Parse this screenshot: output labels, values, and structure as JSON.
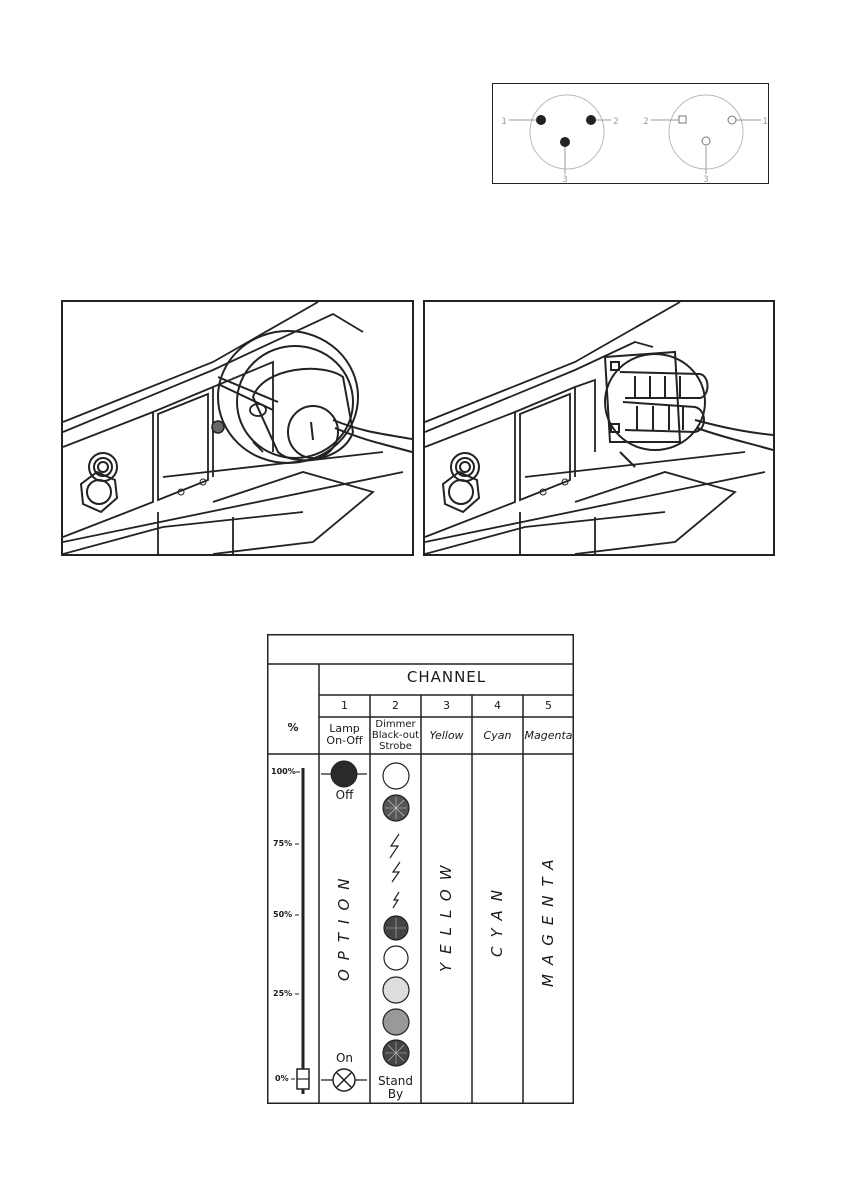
{
  "xlr_diagram": {
    "male_pins": [
      "1",
      "2",
      "3"
    ],
    "female_pins": [
      "2",
      "1",
      "3"
    ]
  },
  "photos": {
    "left": {
      "description_icon": "connector-housing-closed"
    },
    "right": {
      "description_icon": "connector-housing-open"
    }
  },
  "dmx_table": {
    "header": "CHANNEL",
    "percent_label": "%",
    "channels": [
      {
        "num": "1",
        "name": "Lamp On-Off",
        "name_lines": [
          "Lamp",
          "On-Off"
        ]
      },
      {
        "num": "2",
        "name": "Dimmer Black-out Strobe",
        "name_lines": [
          "Dimmer",
          "Black-out",
          "Strobe"
        ]
      },
      {
        "num": "3",
        "name": "Yellow"
      },
      {
        "num": "4",
        "name": "Cyan"
      },
      {
        "num": "5",
        "name": "Magenta"
      }
    ],
    "scale": [
      "100%",
      "75%",
      "50%",
      "25%",
      "0%"
    ],
    "lamp_off": "Off",
    "lamp_on": "On",
    "option": "OPTION",
    "stand_by_lines": [
      "Stand",
      "By"
    ],
    "yellow_vertical": "YELLOW",
    "cyan_vertical": "CYAN",
    "magenta_vertical": "MAGENTA"
  }
}
